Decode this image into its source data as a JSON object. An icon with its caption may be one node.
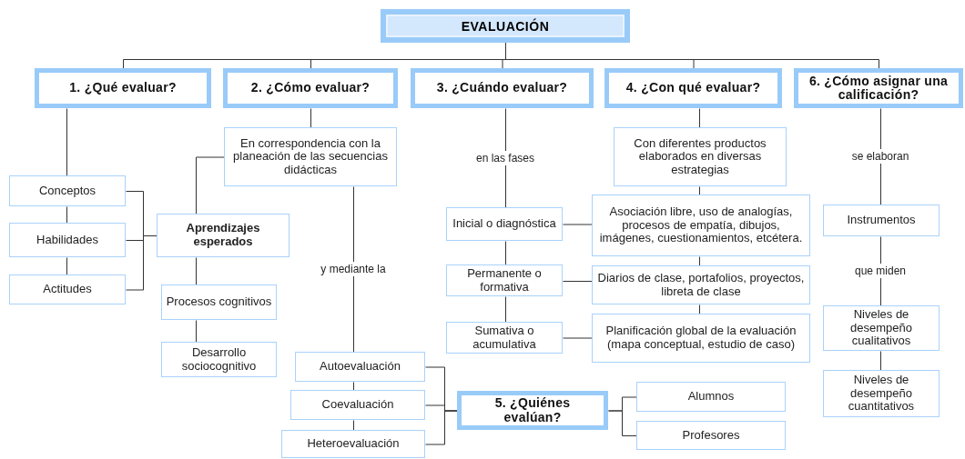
{
  "diagram": {
    "nodes": [
      {
        "text": [
          "EVALUACIÓN"
        ]
      },
      {
        "text": [
          "1. ¿Qué evaluar?"
        ]
      },
      {
        "text": [
          "2. ¿Cómo evaluar?"
        ]
      },
      {
        "text": [
          "3. ¿Cuándo evaluar?"
        ]
      },
      {
        "text": [
          "4. ¿Con qué evaluar?"
        ]
      },
      {
        "text": [
          "6. ¿Cómo asignar una calificación?"
        ]
      },
      {
        "text": [
          "En correspondencia con la planeación de las secuencias didácticas"
        ]
      },
      {
        "text": [
          "Conceptos"
        ]
      },
      {
        "text": [
          "Habilidades"
        ]
      },
      {
        "text": [
          "Actitudes"
        ]
      },
      {
        "text": [
          "Aprendizajes esperados"
        ]
      },
      {
        "text": [
          "Procesos cognitivos"
        ]
      },
      {
        "text": [
          "Desarrollo sociocognitivo"
        ]
      },
      {
        "text": [
          "Autoevaluación"
        ]
      },
      {
        "text": [
          "Coevaluación"
        ]
      },
      {
        "text": [
          "Heteroevaluación"
        ]
      },
      {
        "text": [
          "Inicial o diagnóstica"
        ]
      },
      {
        "text": [
          "Permanente o formativa"
        ]
      },
      {
        "text": [
          "Sumativa o acumulativa"
        ]
      },
      {
        "text": [
          "Con diferentes productos elaborados en diversas estrategias"
        ]
      },
      {
        "text": [
          "Asociación libre, uso de analogías, procesos de empatía, dibujos, imágenes, cuestionamientos, etcétera."
        ]
      },
      {
        "text": [
          "Diarios de clase, portafolios, proyectos, libreta de clase"
        ]
      },
      {
        "text": [
          "Planificación global de la evaluación (mapa conceptual, estudio de caso)"
        ]
      },
      {
        "text": [
          "5. ¿Quiénes evalúan?"
        ]
      },
      {
        "text": [
          "Alumnos"
        ]
      },
      {
        "text": [
          "Profesores"
        ]
      },
      {
        "text": [
          "Instrumentos"
        ]
      },
      {
        "text": [
          "Niveles de desempeño cualitativos"
        ]
      },
      {
        "text": [
          "Niveles de desempeño cuantitativos"
        ]
      }
    ],
    "edges": [
      {
        "from": 0,
        "to": 1,
        "arrow": "none"
      },
      {
        "from": 0,
        "to": 2,
        "arrow": "none"
      },
      {
        "from": 0,
        "to": 3,
        "arrow": "none"
      },
      {
        "from": 0,
        "to": 4,
        "arrow": "none"
      },
      {
        "from": 0,
        "to": 5,
        "arrow": "none"
      },
      {
        "from": 1,
        "to": 7,
        "arrow": "none"
      },
      {
        "from": 7,
        "to": 8,
        "arrow": "none"
      },
      {
        "from": 8,
        "to": 9,
        "arrow": "none"
      },
      {
        "from": 7,
        "to": 10,
        "arrow": "none"
      },
      {
        "from": 8,
        "to": 10,
        "arrow": "none"
      },
      {
        "from": 9,
        "to": 10,
        "arrow": "none"
      },
      {
        "from": 2,
        "to": 6,
        "arrow": "none"
      },
      {
        "from": 6,
        "to": 10,
        "arrow": "none"
      },
      {
        "from": 10,
        "to": 11,
        "arrow": "none"
      },
      {
        "from": 11,
        "to": 12,
        "arrow": "none"
      },
      {
        "from": 6,
        "to": 13,
        "arrow": "none",
        "label": "y mediante la"
      },
      {
        "from": 13,
        "to": 14,
        "arrow": "none"
      },
      {
        "from": 14,
        "to": 15,
        "arrow": "none"
      },
      {
        "from": 13,
        "to": 23,
        "arrow": "none"
      },
      {
        "from": 14,
        "to": 23,
        "arrow": "none"
      },
      {
        "from": 15,
        "to": 23,
        "arrow": "none"
      },
      {
        "from": 3,
        "to": 16,
        "arrow": "none",
        "label": "en las fases"
      },
      {
        "from": 16,
        "to": 17,
        "arrow": "none"
      },
      {
        "from": 17,
        "to": 18,
        "arrow": "none"
      },
      {
        "from": 16,
        "to": 20,
        "arrow": "none"
      },
      {
        "from": 17,
        "to": 21,
        "arrow": "none"
      },
      {
        "from": 18,
        "to": 22,
        "arrow": "none"
      },
      {
        "from": 4,
        "to": 19,
        "arrow": "none"
      },
      {
        "from": 19,
        "to": 20,
        "arrow": "none"
      },
      {
        "from": 20,
        "to": 21,
        "arrow": "none"
      },
      {
        "from": 21,
        "to": 22,
        "arrow": "none"
      },
      {
        "from": 23,
        "to": 24,
        "arrow": "none"
      },
      {
        "from": 23,
        "to": 25,
        "arrow": "none"
      },
      {
        "from": 5,
        "to": 26,
        "arrow": "none",
        "label": "se elaboran"
      },
      {
        "from": 26,
        "to": 27,
        "arrow": "none",
        "label": "que miden"
      },
      {
        "from": 27,
        "to": 28,
        "arrow": "none"
      }
    ]
  }
}
